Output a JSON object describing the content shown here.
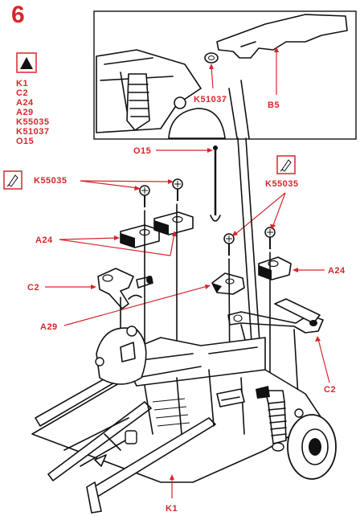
{
  "step": "6",
  "parts_list": [
    "K1",
    "C2",
    "A24",
    "A29",
    "K55035",
    "K51037",
    "O15"
  ],
  "callouts": {
    "k51037": "K51037",
    "b5": "B5",
    "o15": "O15",
    "k55035_left": "K55035",
    "k55035_right": "K55035",
    "a24_left": "A24",
    "a24_right": "A24",
    "c2_left": "C2",
    "c2_right": "C2",
    "a29": "A29",
    "k1": "K1"
  },
  "colors": {
    "accent": "#d7262b",
    "ink": "#111111"
  },
  "icons": [
    "glue-icon",
    "screwdriver-icon"
  ]
}
